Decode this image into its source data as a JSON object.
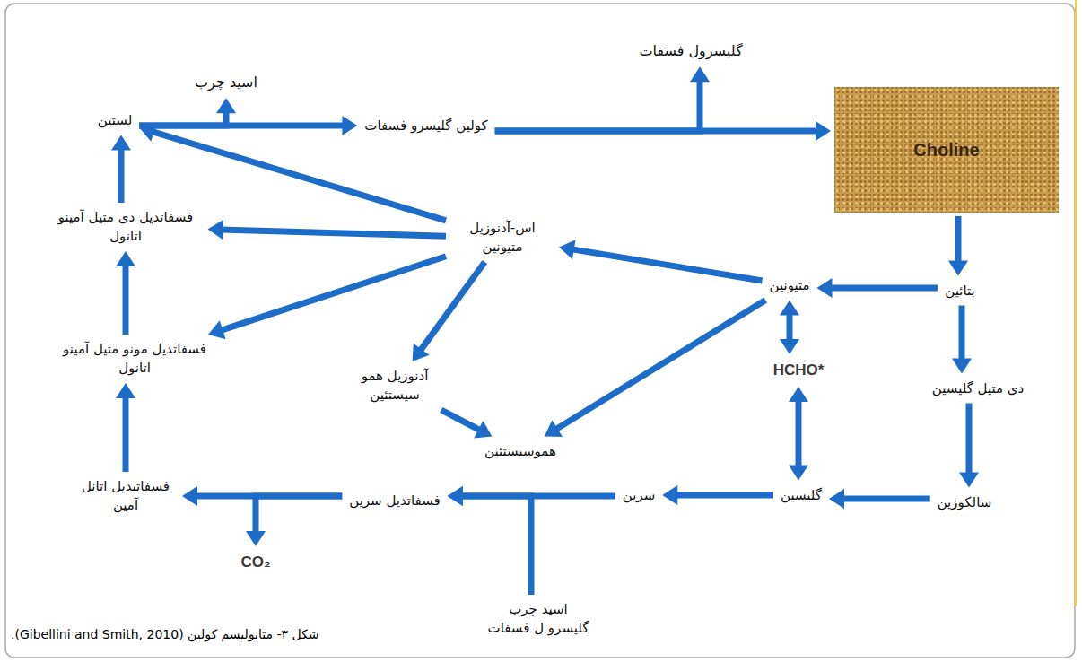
{
  "diagram": {
    "caption": "شکل ۳- متابولیسم کولین (Gibellini and Smith, 2010).",
    "nodes": [
      {
        "text": [
          "لستین"
        ]
      },
      {
        "text": [
          "اسید چرب"
        ]
      },
      {
        "text": [
          "کولین گلیسرو فسفات"
        ]
      },
      {
        "text": [
          "گلیسرول فسفات"
        ]
      },
      {
        "text": [
          "Choline"
        ]
      },
      {
        "text": [
          "بتائین"
        ]
      },
      {
        "text": [
          "متیونین"
        ]
      },
      {
        "text": [
          "اس-آدنوزیل متیونین"
        ]
      },
      {
        "text": [
          "فسفاتدیل دی متیل آمینو اتانول"
        ]
      },
      {
        "text": [
          "فسفاتدیل مونو متیل آمینو اتانول"
        ]
      },
      {
        "text": [
          "آدنوزیل همو سیستئین"
        ]
      },
      {
        "text": [
          "HCHO*"
        ]
      },
      {
        "text": [
          "دی متیل گلیسین"
        ]
      },
      {
        "text": [
          "هموسیستئین"
        ]
      },
      {
        "text": [
          "سالکوزین"
        ]
      },
      {
        "text": [
          "گلیسین"
        ]
      },
      {
        "text": [
          "سرین"
        ]
      },
      {
        "text": [
          "فسفاتدیل سرین"
        ]
      },
      {
        "text": [
          "فسفاتیدیل اتانل آمین"
        ]
      },
      {
        "text": [
          "CO₂"
        ]
      },
      {
        "text": [
          "اسید چرب گلیسرو ل فسفات"
        ]
      }
    ],
    "edges": [
      {
        "from": 0,
        "to": 2,
        "arrow": "to"
      },
      {
        "from": 0,
        "to": 1,
        "arrow": "to"
      },
      {
        "from": 2,
        "to": 4,
        "arrow": "to"
      },
      {
        "from": 2,
        "to": 3,
        "arrow": "to"
      },
      {
        "from": 4,
        "to": 5,
        "arrow": "to"
      },
      {
        "from": 5,
        "to": 6,
        "arrow": "to"
      },
      {
        "from": 5,
        "to": 12,
        "arrow": "to"
      },
      {
        "from": 12,
        "to": 14,
        "arrow": "to"
      },
      {
        "from": 14,
        "to": 15,
        "arrow": "to"
      },
      {
        "from": 15,
        "to": 16,
        "arrow": "to"
      },
      {
        "from": 16,
        "to": 17,
        "arrow": "to"
      },
      {
        "from": 20,
        "to": 17,
        "arrow": "to"
      },
      {
        "from": 17,
        "to": 18,
        "arrow": "to"
      },
      {
        "from": 17,
        "to": 19,
        "arrow": "to"
      },
      {
        "from": 18,
        "to": 9,
        "arrow": "to"
      },
      {
        "from": 9,
        "to": 8,
        "arrow": "to"
      },
      {
        "from": 8,
        "to": 0,
        "arrow": "to"
      },
      {
        "from": 6,
        "to": 7,
        "arrow": "to"
      },
      {
        "from": 7,
        "to": 0,
        "arrow": "to"
      },
      {
        "from": 7,
        "to": 8,
        "arrow": "to"
      },
      {
        "from": 7,
        "to": 9,
        "arrow": "to"
      },
      {
        "from": 7,
        "to": 10,
        "arrow": "to"
      },
      {
        "from": 10,
        "to": 13,
        "arrow": "to"
      },
      {
        "from": 6,
        "to": 13,
        "arrow": "to"
      },
      {
        "from": 6,
        "to": 11,
        "arrow": "both"
      },
      {
        "from": 11,
        "to": 15,
        "arrow": "both"
      }
    ]
  }
}
